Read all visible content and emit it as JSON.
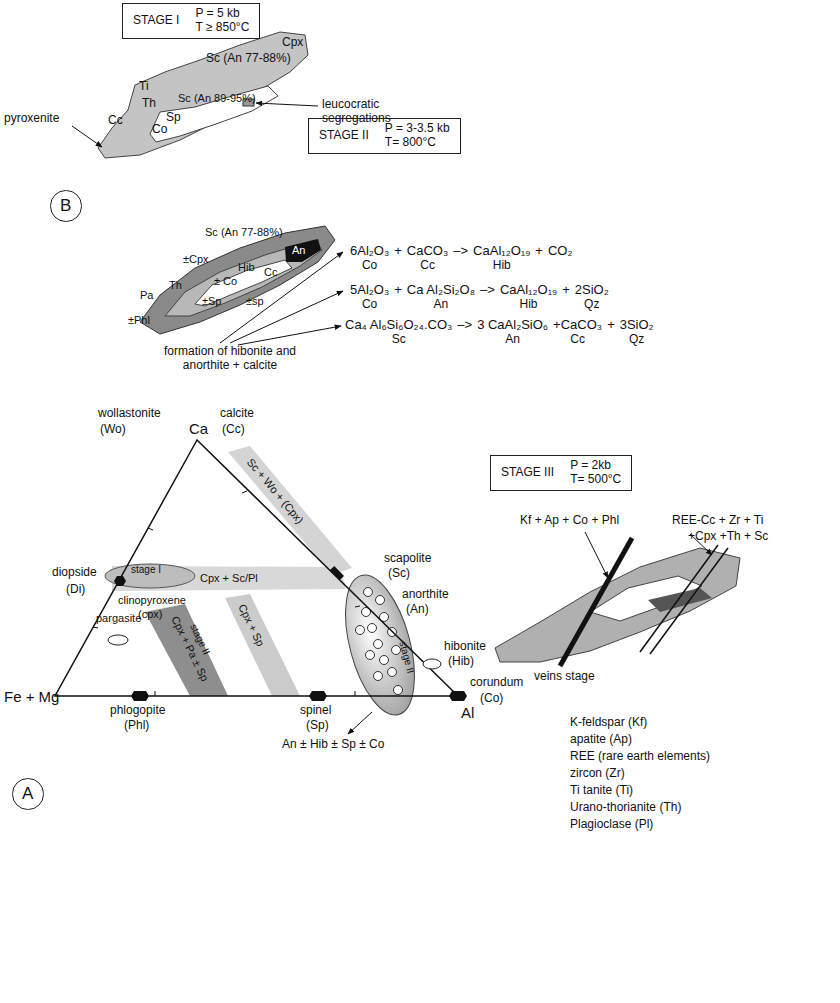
{
  "diagram": {
    "nodes": [
      {
        "text": [
          "STAGE I",
          "P = 5 kb",
          "T ≥ 850°C"
        ]
      },
      {
        "text": [
          "STAGE II",
          "P = 3-3.5 kb",
          "T= 800°C"
        ]
      },
      {
        "text": [
          "B"
        ]
      },
      {
        "text": [
          "STAGE III",
          "P = 2kb",
          "T= 500°C"
        ]
      },
      {
        "text": [
          "A"
        ]
      }
    ],
    "labels": [
      "Cpx",
      "Sc (An 77-88%)",
      "Ti",
      "Th",
      "Cc",
      "Sc (An 89-95%)",
      "Sp",
      "Co",
      "leucocratic segregations",
      "pyroxenite",
      "Sc (An 77-88%)",
      "±Cpx",
      "Pa",
      "Th",
      "±Phl",
      "Hib",
      "± Co",
      "±Sp",
      "Cc",
      "An",
      "±sp",
      "formation of hibonite and anorthite + calcite",
      "6Al₂O₃",
      "Co",
      "+",
      "CaCO₃",
      "Cc",
      "–>",
      "CaAl₁₂O₁₉",
      "Hib",
      "+",
      "CO₂",
      "5Al₂O₃",
      "Co",
      "+",
      "Ca Al₂Si₂O₈",
      "An",
      "–>",
      "CaAl₁₂O₁₉",
      "Hib",
      "+",
      "2SiO₂",
      "Qz",
      "Ca₄ Al₆Si₆O₂₄.CO₃",
      "Sc",
      "–>",
      "3 CaAl₂SiO₆",
      "An",
      "+CaCO₃",
      "Cc",
      "+",
      "3SiO₂",
      "Qz",
      "wollastonite",
      "(Wo)",
      "Ca",
      "calcite",
      "(Cc)",
      "diopside",
      "(Di)",
      "clinopyroxene",
      "(cpx)",
      "stage I",
      "Cpx + Sc/Pl",
      "Sc + Wo + (Cpx)",
      "pargasite",
      "Cpx + Pa ± Sp",
      "stage II",
      "Cpx + Sp",
      "scapolite",
      "(Sc)",
      "anorthite",
      "(An)",
      "hibonite",
      "(Hib)",
      "corundum",
      "(Co)",
      "Al",
      "Fe + Mg",
      "phlogopite",
      "(Phl)",
      "spinel",
      "(Sp)",
      "stage II",
      "An ± Hib ± Sp ± Co",
      "Kf + Ap + Co + Phl",
      "REE-Cc + Zr + Ti",
      "+Cpx +Th + Sc",
      "veins stage",
      "K-feldspar (Kf)",
      "apatite (Ap)",
      "REE (rare earth elements)",
      "zircon (Zr)",
      "Ti tanite (Ti)",
      "Urano-thorianite (Th)",
      "Plagioclase (Pl)"
    ]
  }
}
